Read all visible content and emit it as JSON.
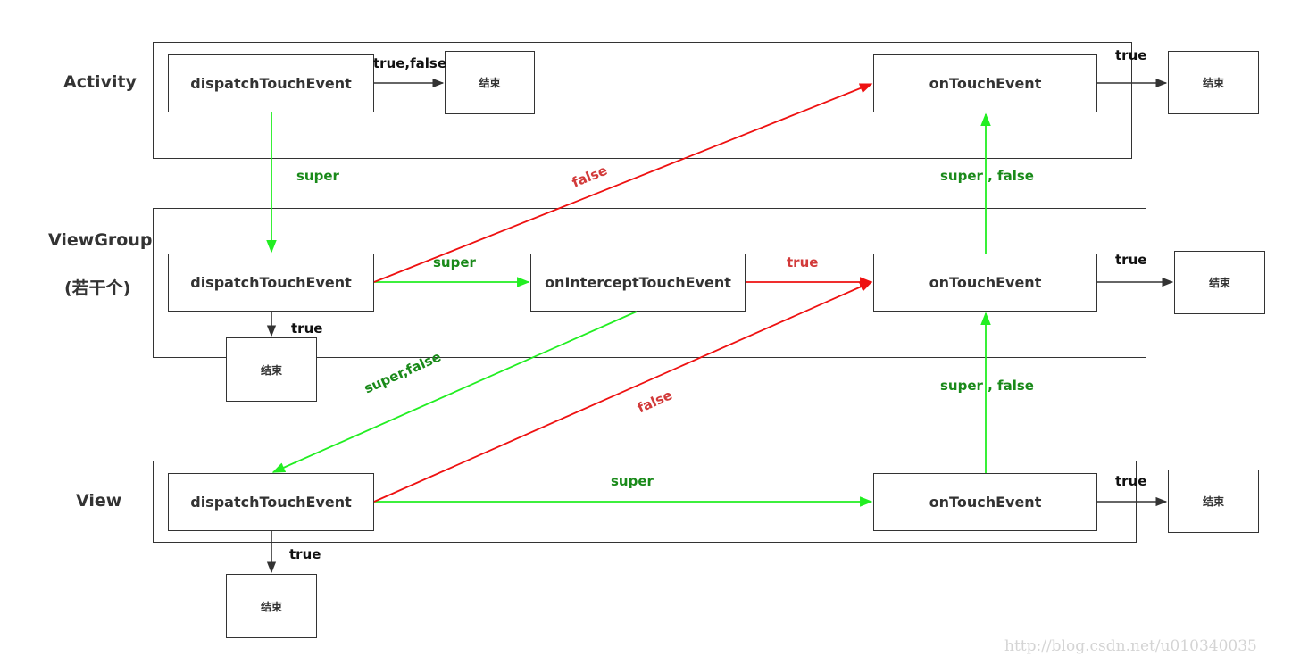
{
  "layers": {
    "activity": "Activity",
    "viewgroup": "ViewGroup",
    "viewgroup_note": "(若干个)",
    "view": "View"
  },
  "nodes": {
    "dispatch": "dispatchTouchEvent",
    "intercept": "onInterceptTouchEvent",
    "ontouch": "onTouchEvent",
    "end": "结束"
  },
  "edge_labels": {
    "true_false": "true,false",
    "true": "true",
    "super": "super",
    "false": "false",
    "super_false_spaced": "super , false",
    "super_false": "super,false"
  },
  "colors": {
    "green": "#22ee22",
    "red": "#ee1111",
    "dark": "#333333",
    "green_text": "#1a8a1a",
    "red_text": "#d23a3a"
  },
  "watermark": "http://blog.csdn.net/u010340035"
}
